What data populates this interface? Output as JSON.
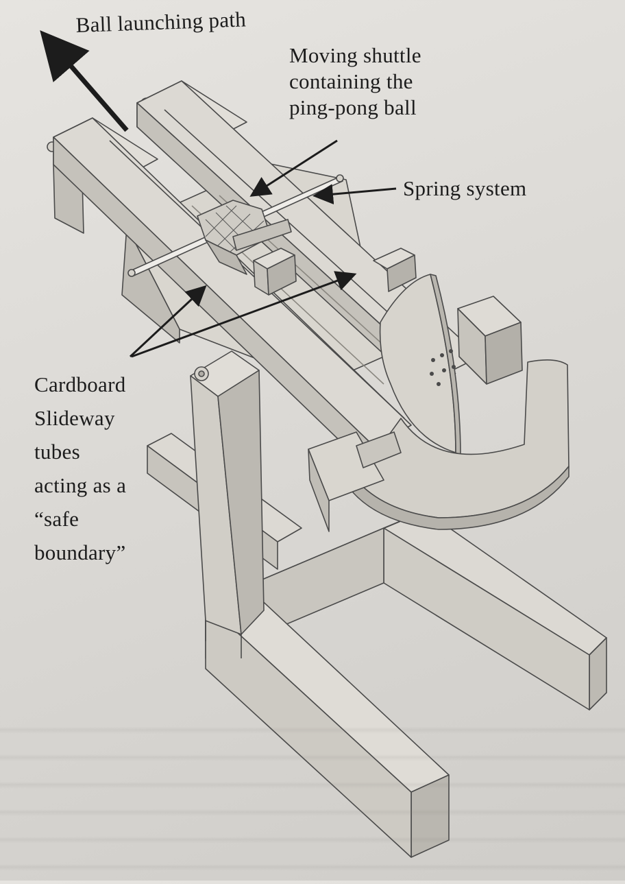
{
  "diagram": {
    "labels": {
      "launch_path": "Ball launching path",
      "shuttle": [
        "Moving shuttle",
        "containing the",
        "ping-pong ball"
      ],
      "spring": "Spring system",
      "slideway": [
        "Cardboard",
        "Slideway",
        "tubes",
        "acting as a",
        "“safe",
        "boundary”"
      ]
    },
    "colors": {
      "paper": "#dddbd7",
      "part_fill": "#cfccc5",
      "part_shadow": "#b9b6af",
      "part_light": "#e0ddd7",
      "line": "#4a4a4a",
      "arrow": "#1c1c1c"
    }
  }
}
